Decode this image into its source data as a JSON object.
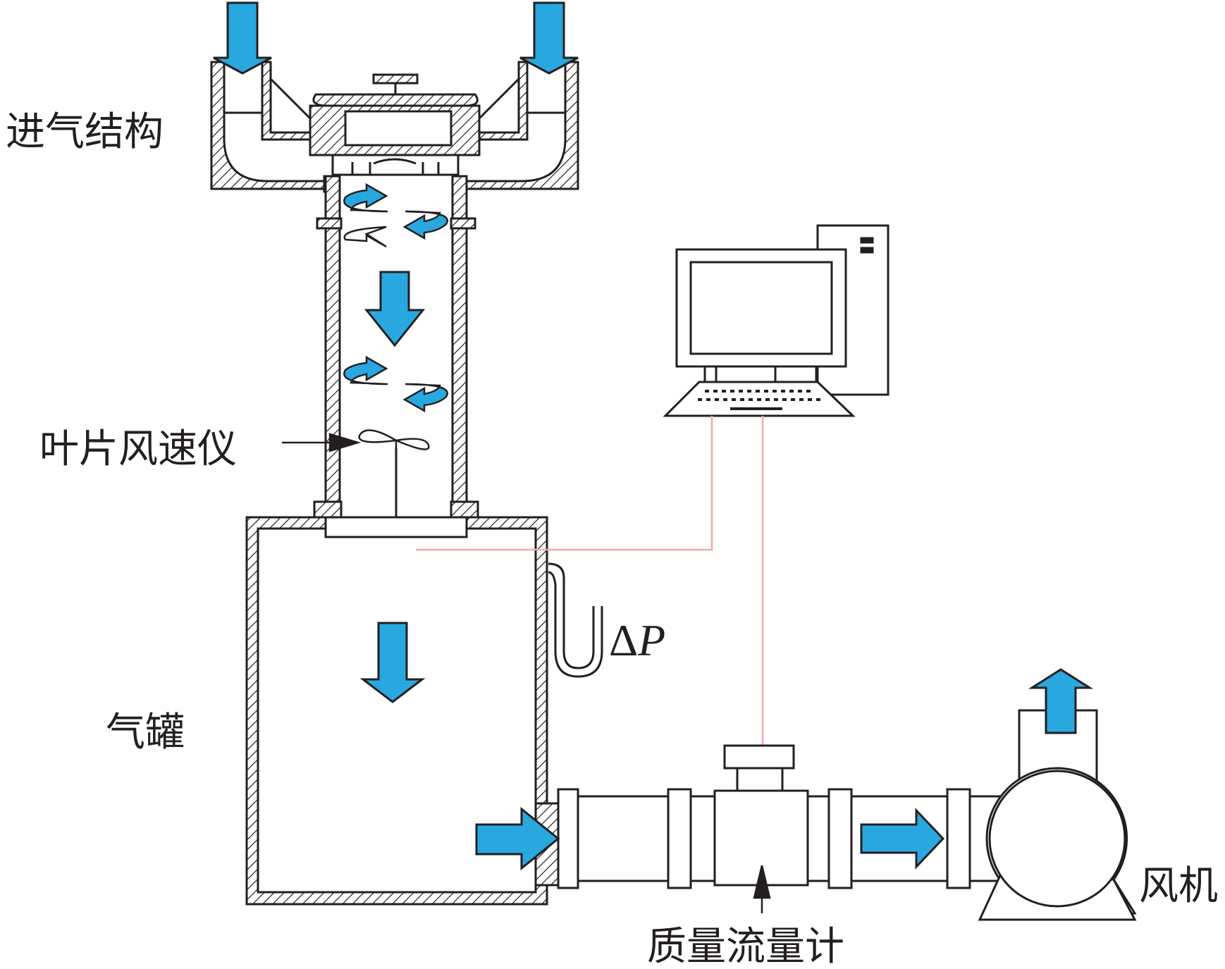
{
  "labels": {
    "intake": "进气结构",
    "anemometer": "叶片风速仪",
    "tank": "气罐",
    "delta": "Δ",
    "pressure": "P",
    "flowmeter": "质量流量计",
    "fan": "风机"
  },
  "colors": {
    "stroke": "#231f20",
    "flow": "#29a8e0",
    "signal": "#f2a9a9",
    "background": "#ffffff"
  },
  "icons": [
    "down-arrow-icon",
    "right-arrow-icon",
    "up-arrow-icon",
    "swirl-icon",
    "propeller-icon",
    "computer-icon"
  ]
}
